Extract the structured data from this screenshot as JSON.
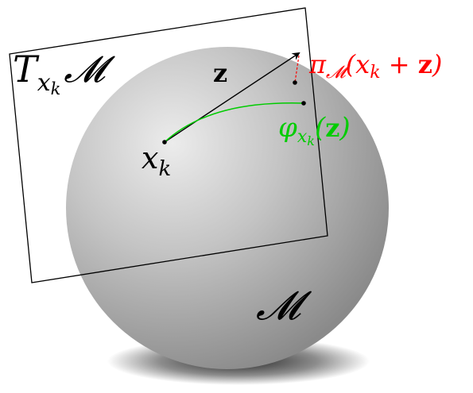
{
  "labels": {
    "tangent_plane": {
      "T": "T",
      "sub": "x",
      "subsub": "k",
      "M": "𝓜"
    },
    "manifold": "𝓜",
    "vector": "z",
    "point": {
      "x": "x",
      "sub": "k"
    },
    "projection": {
      "pi": "π",
      "sub": "𝓜",
      "open": "(",
      "x": "x",
      "xsub": "k",
      "plus": " + ",
      "z": "z",
      "close": ")"
    },
    "retraction": {
      "phi": "φ",
      "sub": "x",
      "subsub": "k",
      "open": "(",
      "z": "z",
      "close": ")"
    }
  },
  "colors": {
    "projection": "#ff0000",
    "retraction": "#00cc00",
    "outline": "#000000"
  }
}
